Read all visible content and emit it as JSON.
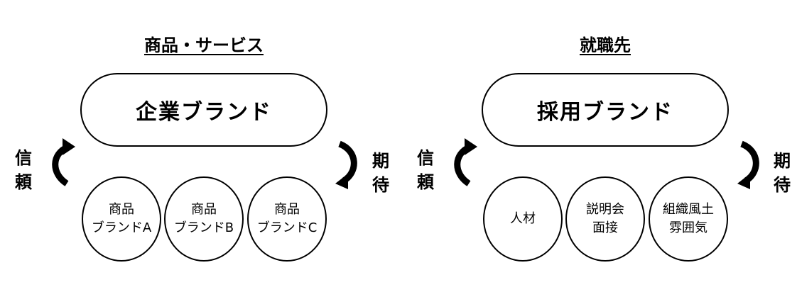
{
  "left": {
    "title": "商品・サービス",
    "pill": "企業ブランド",
    "left_label": "信頼",
    "right_label": "期待",
    "circles": [
      {
        "line1": "商品",
        "line2": "ブランドA"
      },
      {
        "line1": "商品",
        "line2": "ブランドB"
      },
      {
        "line1": "商品",
        "line2": "ブランドC"
      }
    ]
  },
  "right": {
    "title": "就職先",
    "pill": "採用ブランド",
    "left_label": "信頼",
    "right_label": "期待",
    "circles": [
      {
        "line1": "人材",
        "line2": ""
      },
      {
        "line1": "説明会",
        "line2": "面接"
      },
      {
        "line1": "組織風土",
        "line2": "雰囲気"
      }
    ]
  },
  "colors": {
    "stroke": "#000000",
    "background": "#ffffff"
  }
}
